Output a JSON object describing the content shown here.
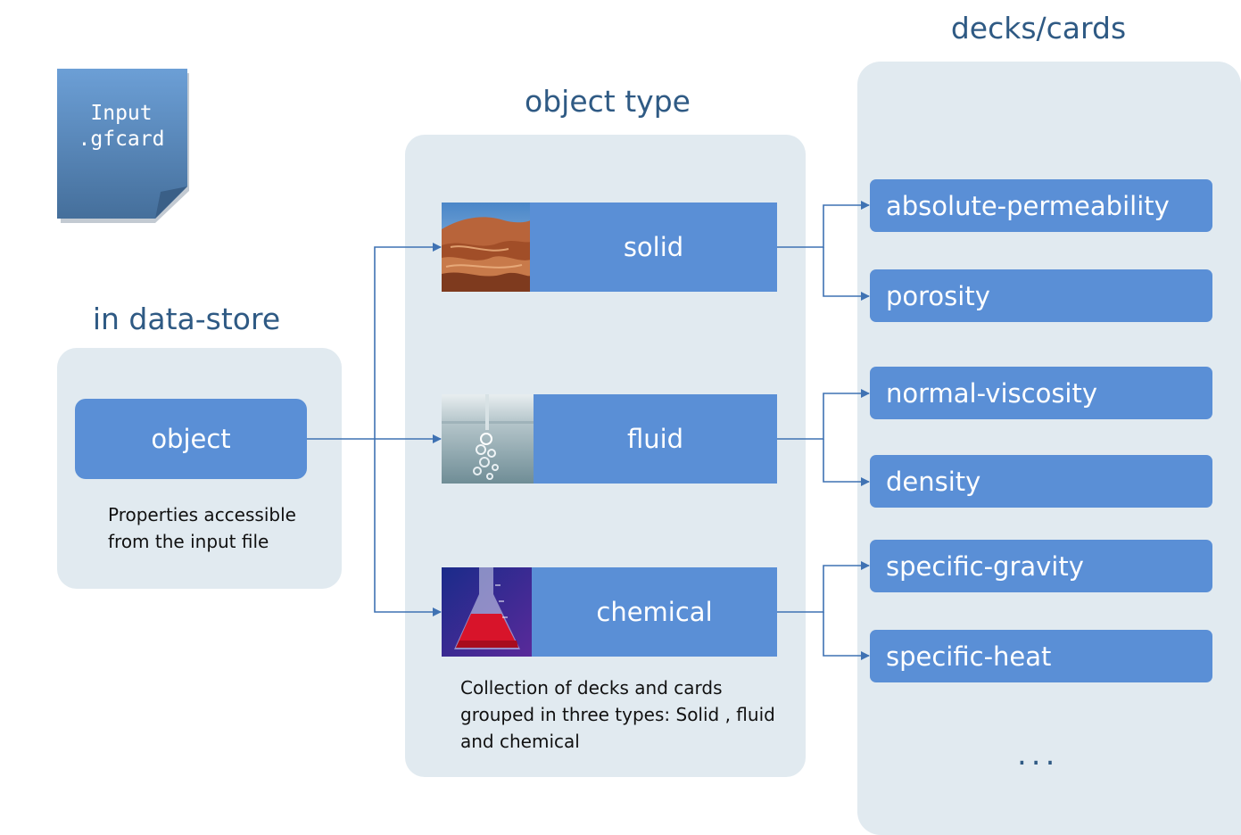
{
  "file_icon": {
    "line1": "Input",
    "line2": ".gfcard"
  },
  "datastore": {
    "heading": "in data-store",
    "object_label": "object",
    "note_line1": "Properties accessible",
    "note_line2": "from the input file"
  },
  "object_type": {
    "heading": "object type",
    "types": [
      {
        "label": "solid",
        "image": "red-rock-photo"
      },
      {
        "label": "fluid",
        "image": "water-bubbles-photo"
      },
      {
        "label": "chemical",
        "image": "flask-red-liquid-photo"
      }
    ],
    "note_line1": "Collection of decks and cards",
    "note_line2": "grouped in three types: Solid , fluid",
    "note_line3": "and chemical"
  },
  "decks_cards": {
    "heading": "decks/cards",
    "cards": [
      "absolute-permeability",
      "porosity",
      "normal-viscosity",
      "density",
      "specific-gravity",
      "specific-heat"
    ],
    "ellipsis": "..."
  },
  "colors": {
    "panel": "#e1eaf0",
    "box": "#5a8fd6",
    "heading": "#2f5a84",
    "arrow": "#3f72b3"
  }
}
